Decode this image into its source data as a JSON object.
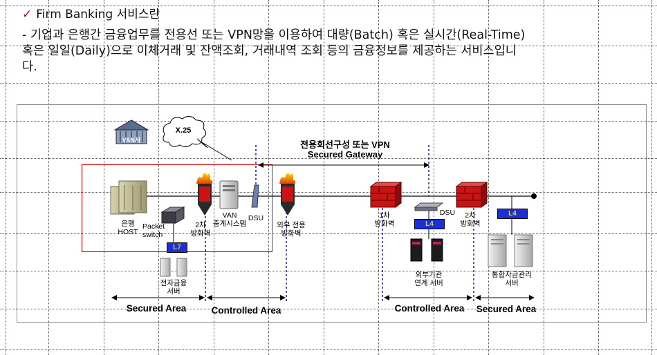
{
  "slide": {
    "title": "Firm Banking 서비스란",
    "description_line1": "- 기업과 은행간 금융업무를 전용선 또는 VPN망을 이용하여 대량(Batch) 혹은 실시간(Real-Time)",
    "description_line2": "혹은 일일(Daily)으로 이체거래 및 잔액조회, 거래내역 조회 등의 금융정보를 제공하는 서비스입니",
    "description_line3": "다."
  },
  "diagram": {
    "bank_sign": "VAN사",
    "cloud_label": "X.25",
    "vpn_title_line1": "전용회선구성  또는 VPN",
    "vpn_title_line2": "Secured Gateway",
    "nodes": {
      "bank_host": "은행\nHOST",
      "packet_switch": "Packet\nswitch",
      "firewall_2nd_left": "2차\n방화벽",
      "van_relay": "VAN\n중계시스템",
      "dsu_left": "DSU",
      "external_firewall": "외부 전용\n방화벽",
      "firewall_1st": "1차\n방화벽",
      "dsu_right": "DSU",
      "firewall_2nd_right": "2차\n방화벽",
      "ebanking_server": "전자금융\n서버",
      "external_link_server": "외부기관\n연계 서버",
      "treasury_server": "통합자금관리\n서버"
    },
    "badges": {
      "l7": "L7",
      "l4_mid": "L4",
      "l4_right": "L4"
    },
    "areas": {
      "secured_left": "Secured Area",
      "controlled_left": "Controlled Area",
      "controlled_right": "Controlled Area",
      "secured_right": "Secured Area"
    },
    "colors": {
      "frame_red": "#d00000",
      "badge_blue": "#1a2fd6",
      "badge_text": "#f0d020",
      "dash_blue": "#1c1c9c",
      "firewall_red": "#c81414"
    }
  }
}
